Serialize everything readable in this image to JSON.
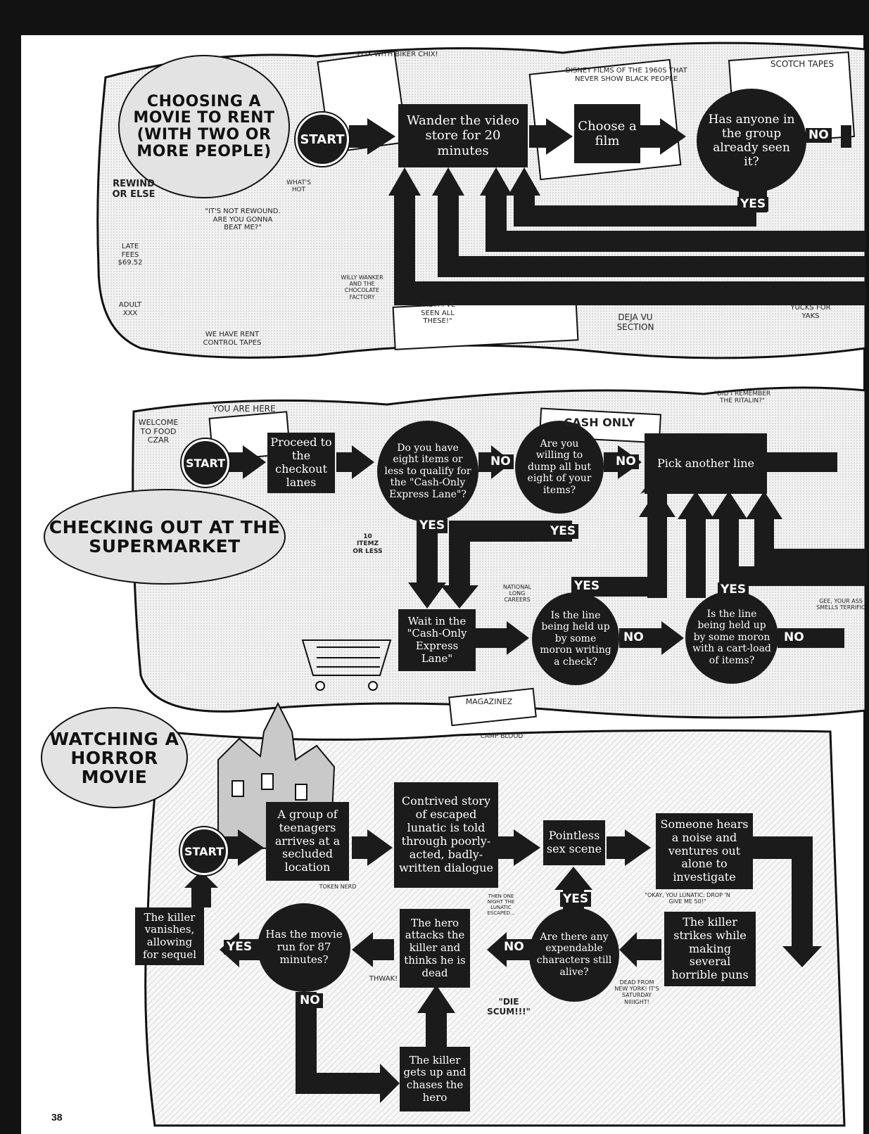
{
  "page_number": "38",
  "sections": {
    "movie": {
      "title": "CHOOSING A MOVIE TO RENT (WITH TWO OR MORE PEOPLE)",
      "start": "START",
      "wander": "Wander the video store for 20 minutes",
      "choose": "Choose a film",
      "seen": "Has anyone in the group already seen it?",
      "no": "NO",
      "yes": "YES"
    },
    "market": {
      "title": "CHECKING OUT AT THE SUPERMARKET",
      "start": "START",
      "proceed": "Proceed to the checkout lanes",
      "eight": "Do you have eight items or less to qualify for the \"Cash-Only Express Lane\"?",
      "dump": "Are you willing to dump all but eight of your items?",
      "pick": "Pick another line",
      "wait": "Wait in the \"Cash-Only Express Lane\"",
      "check": "Is the line being held up by some moron writing a check?",
      "cart": "Is the line being held up by some moron with a cart-load of items?",
      "yes": "YES",
      "no": "NO"
    },
    "horror": {
      "title": "WATCHING A HORROR MOVIE",
      "start": "START",
      "arrive": "A group of teenagers arrives at a secluded location",
      "story": "Contrived story of escaped lunatic is told through poorly-acted, badly-written dialogue",
      "sex": "Pointless sex scene",
      "noise": "Someone hears a noise and ventures out alone to investigate",
      "strikes": "The killer strikes while making several horrible puns",
      "expendable": "Are there any expendable characters still alive?",
      "attacks": "The hero attacks the killer and thinks he is dead",
      "run": "Has the movie run for 87 minutes?",
      "vanishes": "The killer vanishes, allowing for sequel",
      "chases": "The killer gets up and chases the hero",
      "yes": "YES",
      "no": "NO"
    }
  },
  "signs": {
    "flix": "FLIX WITH BIKER CHIX!",
    "disney": "DISNEY FILMS OF THE 1960S THAT NEVER SHOW BLACK PEOPLE",
    "scotch": "SCOTCH TAPES",
    "rewind": "REWIND OR ELSE",
    "late_fees": "Late fees $69.52",
    "whats_hot": "WHAT'S HOT",
    "not_rewound": "\"IT'S NOT REWOUND. ARE YOU GONNA BEAT ME?\"",
    "willy": "WILLY WANKER AND THE CHOCOLATE FACTORY",
    "adult": "ADULT XXX",
    "rent_control": "WE HAVE RENT CONTROL TAPES",
    "seen_these": "\"HEY! I'VE SEEN ALL THESE!\"",
    "deja_vu": "DEJA VU SECTION",
    "yucks": "YUCKS FOR YAKS",
    "welcome": "WELCOME TO FOOD CZAR",
    "you_are_here": "YOU ARE HERE",
    "cash_only": "CASH ONLY",
    "ritalin": "\"DID I REMEMBER THE RITALIN?\"",
    "ten_items": "10 ITEMZ OR LESS",
    "national": "NATIONAL LONG CAREERS",
    "smells": "GEE, YOUR ASS SMELLS TERRIFIC",
    "magazines": "MAGAZINEZ",
    "camp": "CAMP BLOOD",
    "token": "TOKEN NERD",
    "lunatic": "\"OKAY, YOU LUNATIC: DROP 'N GIVE ME 50!\"",
    "escaped": "THEN ONE NIGHT THE LUNATIC ESCAPED...",
    "die": "\"DIE SCUM!!!\"",
    "thwack": "THWAK!",
    "dead_ny": "DEAD FROM NEW YORK! IT'S SATURDAY NIIIIGHT!"
  }
}
